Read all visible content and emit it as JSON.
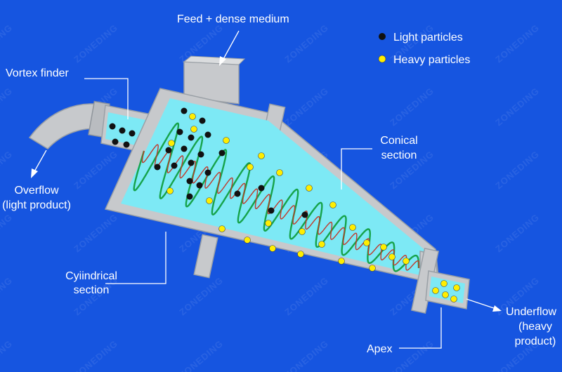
{
  "watermark": "ZONEDING",
  "legend": {
    "light": "Light particles",
    "heavy": "Heavy particles"
  },
  "labels": {
    "feed": "Feed + dense medium",
    "vortex_finder": "Vortex finder",
    "overflow_line1": "Overflow",
    "overflow_line2": "(light product)",
    "cylindrical_line1": "Cyiindrical",
    "cylindrical_line2": "section",
    "conical_line1": "Conical",
    "conical_line2": "section",
    "apex": "Apex",
    "underflow_line1": "Underflow",
    "underflow_line2": "(heavy",
    "underflow_line3": "product)"
  },
  "colors": {
    "background": "#1655e0",
    "body_gray": "#c7c9cc",
    "fluid": "#7de9f5",
    "light_particle": "#111111",
    "heavy_particle": "#ffee00",
    "outer_vortex": "#16a34a",
    "inner_vortex": "#c0392b"
  }
}
